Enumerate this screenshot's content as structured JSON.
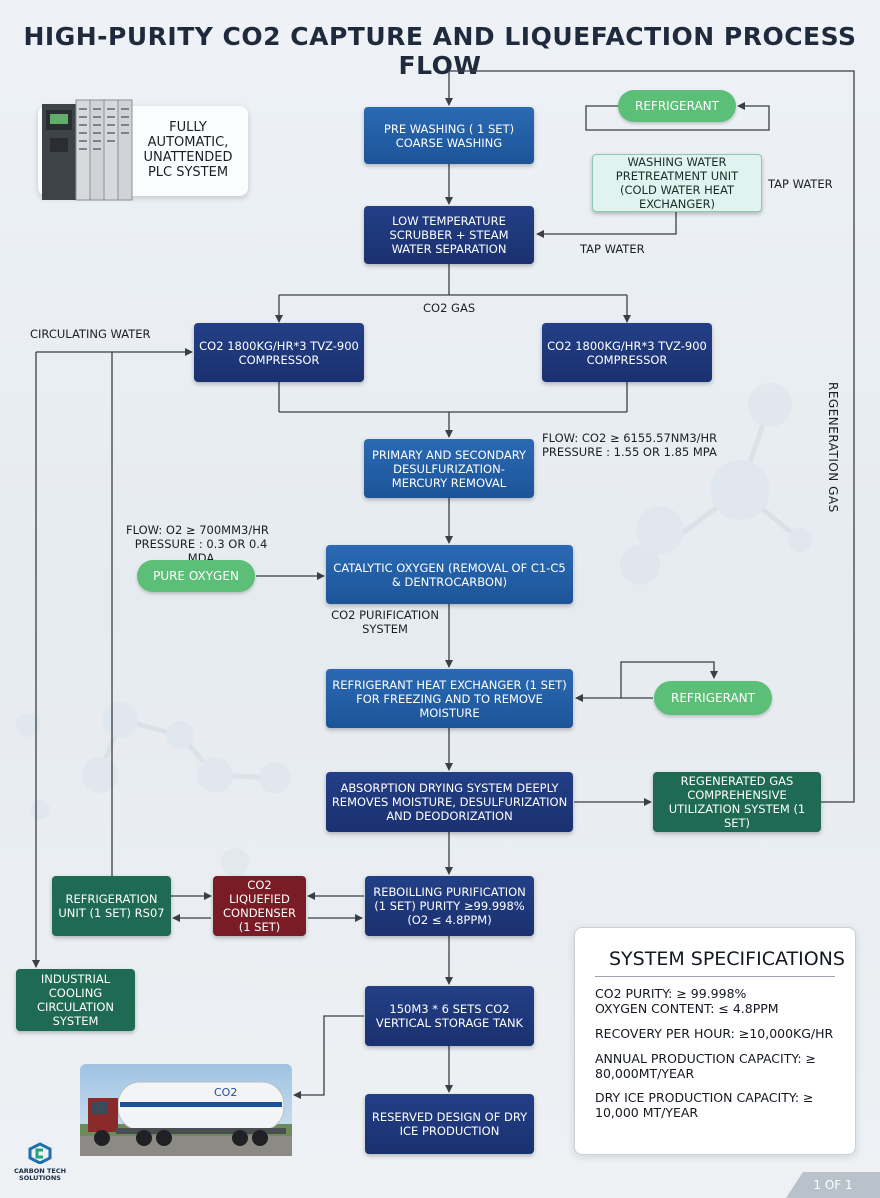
{
  "title": "HIGH-PURITY CO2 CAPTURE AND LIQUEFACTION PROCESS FLOW",
  "plc": {
    "label": "FULLY AUTOMATIC, UNATTENDED PLC SYSTEM"
  },
  "boxes": {
    "pre_washing": "PRE WASHING ( 1 SET) COARSE WASHING",
    "washing_water": "WASHING WATER PRETREATMENT UNIT (COLD WATER HEAT EXCHANGER)",
    "scrubber": "LOW TEMPERATURE SCRUBBER + STEAM WATER SEPARATION",
    "compressor_left": "CO2 1800KG/HR*3 TVZ-900 COMPRESSOR",
    "compressor_right": "CO2 1800KG/HR*3 TVZ-900 COMPRESSOR",
    "desulfurization": "PRIMARY AND SECONDARY DESULFURIZATION-MERCURY REMOVAL",
    "catalytic": "CATALYTIC OXYGEN (REMOVAL OF C1-C5 & DENTROCARBON)",
    "heat_exchanger": "REFRIGERANT HEAT EXCHANGER (1 SET) FOR FREEZING AND TO REMOVE MOISTURE",
    "absorption": "ABSORPTION DRYING SYSTEM DEEPLY REMOVES MOISTURE, DESULFURIZATION AND DEODORIZATION",
    "regenerated": "REGENERATED GAS COMPREHENSIVE UTILIZATION SYSTEM (1 SET)",
    "reboiling": "REBOILLING PURIFICATION (1 SET) PURITY ≥99.998% (O2 ≤ 4.8PPM)",
    "condenser": "CO2 LIQUEFIED CONDENSER (1 SET)",
    "refrigeration": "REFRIGERATION UNIT (1 SET) RS07",
    "industrial": "INDUSTRIAL COOLING CIRCULATION SYSTEM",
    "storage": "150M3 * 6 SETS CO2 VERTICAL STORAGE TANK",
    "dry_ice": "RESERVED DESIGN OF DRY ICE PRODUCTION"
  },
  "pills": {
    "refrigerant_top": "REFRIGERANT",
    "refrigerant_mid": "REFRIGERANT",
    "pure_oxygen": "PURE OXYGEN"
  },
  "labels": {
    "tap_water_1": "TAP WATER",
    "tap_water_2": "TAP WATER",
    "co2_gas": "CO2 GAS",
    "circulating_water": "CIRCULATING WATER",
    "flow_co2": "FLOW: CO2 ≥ 6155.57NM3/HR",
    "pressure_co2": "PRESSURE : 1.55 OR 1.85 MPA",
    "flow_o2": "FLOW: O2 ≥ 700MM3/HR",
    "pressure_o2": "PRESSURE : 0.3 OR 0.4 MDA",
    "purification": "CO2 PURIFICATION SYSTEM",
    "regeneration_gas": "REGENERATION GAS"
  },
  "specs": {
    "title": "SYSTEM SPECIFICATIONS",
    "purity": "CO2 PURITY: ≥ 99.998%",
    "oxygen": "OXYGEN CONTENT: ≤ 4.8PPM",
    "recovery": "RECOVERY PER HOUR: ≥10,000KG/HR",
    "annual": "ANNUAL PRODUCTION CAPACITY: ≥ 80,000MT/YEAR",
    "dry_ice": "DRY ICE PRODUCTION CAPACITY: ≥ 10,000 MT/YEAR"
  },
  "truck": {
    "badge": "CO2"
  },
  "logo": {
    "line1": "CARBON TECH",
    "line2": "SOLUTIONS"
  },
  "page": "1 OF 1",
  "colors": {
    "blue": "#2a6ab3",
    "navy": "#233f86",
    "green": "#1e6a52",
    "red": "#7a1c25",
    "pill": "#5cbf77",
    "line": "#3a3f47"
  }
}
